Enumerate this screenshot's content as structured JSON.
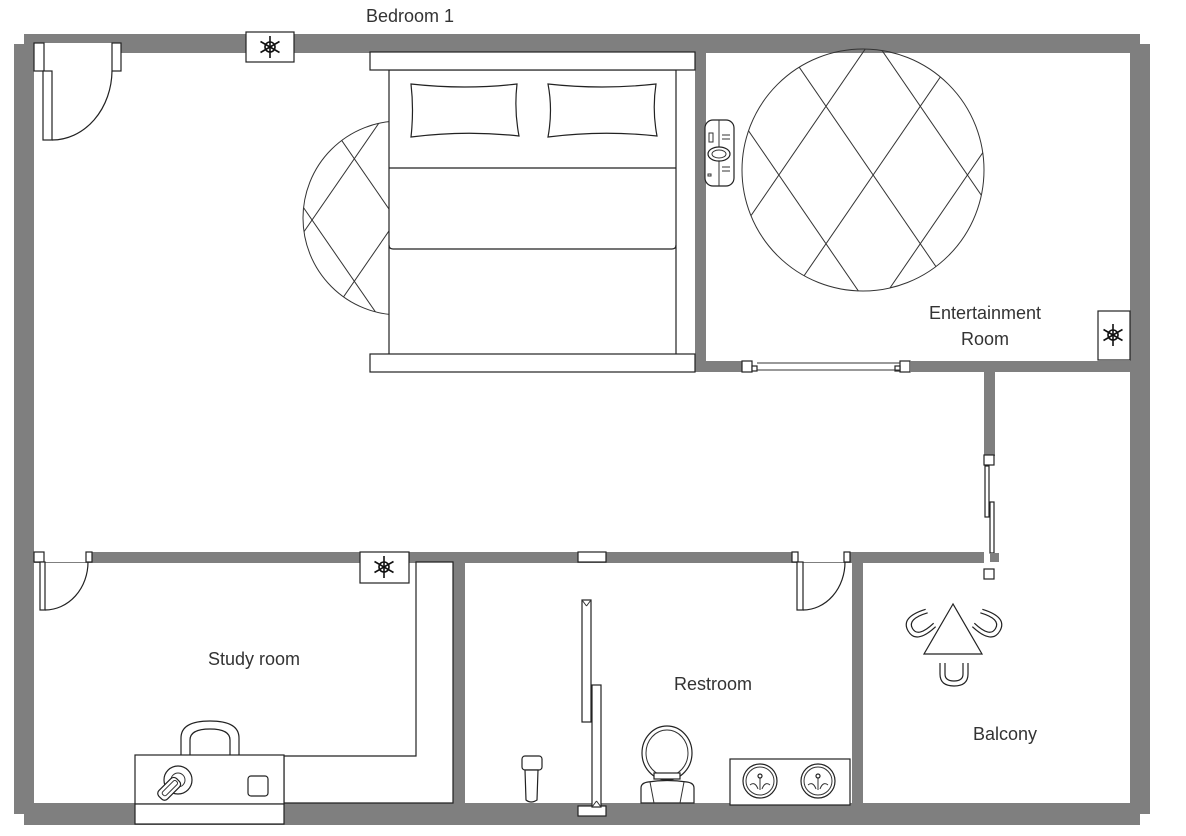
{
  "diagram": {
    "type": "floor-plan",
    "colors": {
      "wall": "#7f7f7f",
      "line": "#222222",
      "background": "#ffffff",
      "label": "#333333"
    },
    "rooms": [
      {
        "id": "bedroom1",
        "label": "Bedroom 1"
      },
      {
        "id": "entertainment",
        "label_line1": "Entertainment",
        "label_line2": "Room"
      },
      {
        "id": "study",
        "label": "Study room"
      },
      {
        "id": "restroom",
        "label": "Restroom"
      },
      {
        "id": "balcony",
        "label": "Balcony"
      }
    ],
    "fixtures": {
      "air_conditioners": [
        "bedroom1-top",
        "entertainment-right",
        "study-top"
      ],
      "doors": [
        "bedroom1-entry",
        "study-entry",
        "restroom-entry"
      ],
      "sliding_doors": [
        "entertainment-bottom",
        "balcony-side",
        "restroom-shower"
      ],
      "furniture": [
        "double-bed",
        "bedroom-round-rug",
        "entertainment-round-rug",
        "tv-console",
        "l-shaped-desk",
        "desk-chair",
        "desk-lamp",
        "toilet",
        "double-sink-vanity",
        "mop-sink",
        "triangle-table",
        "balcony-chairs"
      ]
    }
  }
}
